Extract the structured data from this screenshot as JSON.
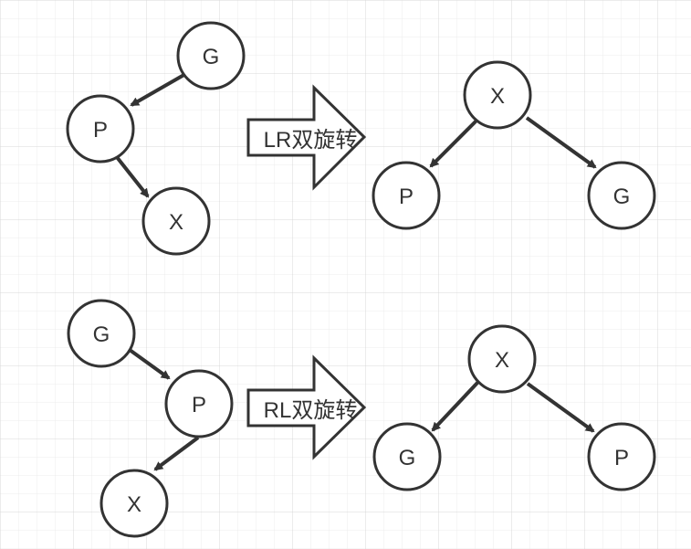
{
  "diagrams": [
    {
      "arrow_label": "LR双旋转",
      "before": {
        "top": "G",
        "middle": "P",
        "bottom": "X"
      },
      "after": {
        "root": "X",
        "left": "P",
        "right": "G"
      }
    },
    {
      "arrow_label": "RL双旋转",
      "before": {
        "top": "G",
        "middle": "P",
        "bottom": "X"
      },
      "after": {
        "root": "X",
        "left": "G",
        "right": "P"
      }
    }
  ]
}
